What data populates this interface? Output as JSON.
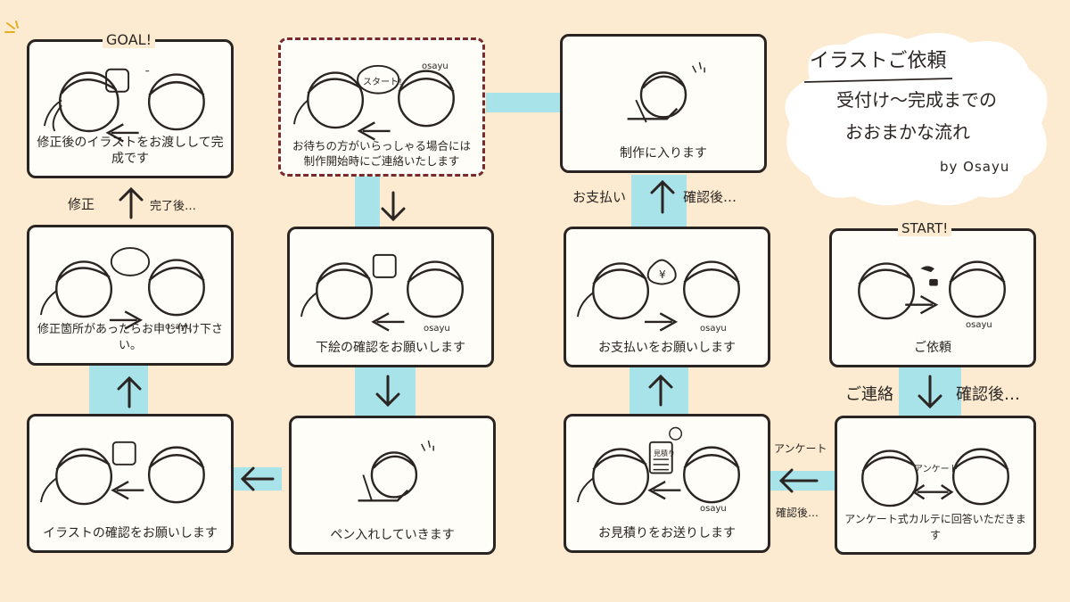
{
  "title": {
    "line1": "イラストご依頼",
    "line2": "受付け～完成までの",
    "line3": "おおまかな流れ",
    "byline": "by Osayu"
  },
  "colors": {
    "background": "#fcebd0",
    "band": "#a9e3ea",
    "ink": "#2a2522",
    "dashed_border": "#7a2a2a"
  },
  "steps": {
    "start_label": "START!",
    "goal_label": "GOAL!",
    "request": "ご依頼",
    "questionnaire": "アンケート式カルテに回答いただきます",
    "estimate": "お見積りをお送りします",
    "payment": "お支払いをお願いします",
    "production": "制作に入ります",
    "start_notice_line1": "お待ちの方がいらっしゃる場合には",
    "start_notice_line2": "制作開始時にご連絡いたします",
    "sketch_check": "下絵の確認をお願いします",
    "inking": "ペン入れしていきます",
    "illust_check": "イラストの確認をお願いします",
    "revision_request": "修正箇所があったらお申し付け下さい。",
    "delivery": "修正後のイラストをお渡しして完成です"
  },
  "scene_text": {
    "osayu": "osayu",
    "start_bubble": "スタート!",
    "questionnaire_sheet": "アンケート",
    "estimate_sheet": "見積り",
    "yen": "¥"
  },
  "notes": {
    "contact": "ご連絡",
    "after_confirm": "確認後…",
    "questionnaire": "アンケート",
    "after_confirm_small": "確認後…",
    "after_payment_confirm": "確認後…",
    "payment": "お支払い",
    "revision": "修正",
    "after_complete": "完了後…"
  }
}
